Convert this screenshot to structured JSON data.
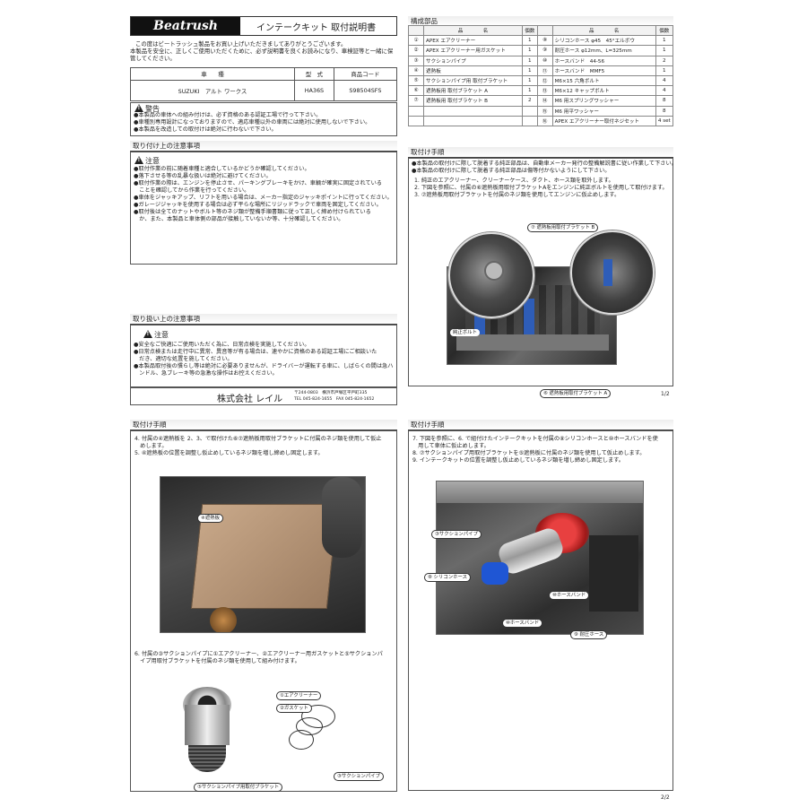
{
  "brand": "Beatrush",
  "doc_title": "インテークキット 取付説明書",
  "intro": [
    "この度はビートラッシュ製品をお買い上げいただきましてありがとうございます。",
    "本製品を安全に、正しくご使用いただくために、必ず説明書を良くお読みになり、車検証等と一緒に保",
    "管してください。"
  ],
  "vehicle_table": {
    "headers": [
      "車　　種",
      "型　式",
      "商品コード"
    ],
    "row": [
      "SUZUKI　アルト ワークス",
      "HA36S",
      "S98504SFS"
    ]
  },
  "warning": {
    "title": "警告",
    "lines": [
      "●本製品の車体への組み付けは、必ず資格のある認証工場で行って下さい。",
      "●車種別専用設計になっておりますので、適応車種以外の車両には絶対に使用しないで下さい。",
      "●本製品を改造しての取付けは絶対に行わないで下さい。"
    ]
  },
  "install_caution": {
    "header": "取り付け上の注意事項",
    "title": "注意",
    "lines": [
      "●取付作業の前に随着車種と適合しているかどうか確認してください。",
      "●落下させる等の乱暴な扱いは絶対に避けてください。",
      "●取付作業の際は、エンジンを停止させ、パーキングブレーキをかけ、車輌が確実に固定されている",
      "　ことを確認してから作業を行ってください。",
      "●車体をジャッキアップ、リフトを用いる場合は、メーカー指定のジャッキポイントに行ってください。",
      "●ガレージジャッキを使用する場合は必ず平らな場所にリジッドラックで車両を固定してください。",
      "●取付後は全てのナットやボルト等のネジ類が整備手順書類に従って正しく締め付けられている",
      "　か、また、本製品と車体側の部品が接触していないか等、十分確認してください。"
    ]
  },
  "handling_caution": {
    "header": "取り扱い上の注意事項",
    "title": "注意",
    "lines": [
      "●安全なご快適にご使用いただく為に、日常点検を実施してください。",
      "●日常点検または走行中に異常、異音等が有る場合は、速やかに資格のある認証工場にご相談いた",
      "　だき、適切な処置を施してください。",
      "●本製品取付後の慣らし等は絶対に必要ありませんが、ドライバーが運転する車に、しばらくの間は急ハ",
      "　ンドル、急ブレーキ等の急激な操作はお控えください。"
    ]
  },
  "company": {
    "name": "株式会社 レイル",
    "addr1": "〒244-0803　横浜市戸塚区平戸町335",
    "addr2": "TEL 045-824-1655　FAX 045-824-1652"
  },
  "parts": {
    "header": "構成部品",
    "col_name": "品　　　　名",
    "col_qty": "個数",
    "left": [
      {
        "no": "①",
        "name": "APEX エアクリーナー",
        "qty": "1"
      },
      {
        "no": "②",
        "name": "APEX エアクリーナー用ガスケット",
        "qty": "1"
      },
      {
        "no": "③",
        "name": "サクションパイプ",
        "qty": "1"
      },
      {
        "no": "④",
        "name": "遮熱板",
        "qty": "1"
      },
      {
        "no": "⑤",
        "name": "サクションパイプ用 取付ブラケット",
        "qty": "1"
      },
      {
        "no": "⑥",
        "name": "遮熱板用 取付ブラケット A",
        "qty": "1"
      },
      {
        "no": "⑦",
        "name": "遮熱板用 取付ブラケット B",
        "qty": "2"
      },
      {
        "no": "",
        "name": "",
        "qty": ""
      },
      {
        "no": "",
        "name": "",
        "qty": ""
      }
    ],
    "right": [
      {
        "no": "⑧",
        "name": "シリコンホース φ45　45°エルボウ",
        "qty": "1"
      },
      {
        "no": "⑨",
        "name": "耐圧ホース φ12mm、L=325mm",
        "qty": "1"
      },
      {
        "no": "⑩",
        "name": "ホースバンド　44-56",
        "qty": "2"
      },
      {
        "no": "⑪",
        "name": "ホースバンド　MMF5",
        "qty": "1"
      },
      {
        "no": "⑫",
        "name": "M6×15 六角ボルト",
        "qty": "4"
      },
      {
        "no": "⑬",
        "name": "M6×12 キャップボルト",
        "qty": "4"
      },
      {
        "no": "⑭",
        "name": "M6 用スプリングワッシャー",
        "qty": "8"
      },
      {
        "no": "⑮",
        "name": "M6 用平ワッシャー",
        "qty": "8"
      },
      {
        "no": "⑯",
        "name": "APEX エアクリーナー取付ネジセット",
        "qty": "4 set"
      }
    ]
  },
  "procedure1": {
    "header": "取付け手順",
    "lines": [
      "●本製品の取付けに際して脱着する純正部品は、自動車メーカー発行の整備解説書に従い作業して下さい。",
      "●本製品の取付けに際して脱着する純正部品は傷等付かないようにして下さい。",
      "1. 純正のエアクリーナー、クリーナーケース、ダクト、ホース類を取外します。",
      "2. 下図を参照に、付属の⑥遮熱板用取付ブラケットAをエンジンに純正ボルトを使用して取付けます。",
      "3. ⑦遮熱板用取付ブラケットを付属のネジ類を使用してエンジンに仮止めします。"
    ],
    "callout_b": "⑦ 遮熱板用取付ブラケット B",
    "callout_a": "⑥ 遮熱板用取付ブラケット A",
    "callout_bolt": "純正ボルト",
    "page": "1/2"
  },
  "procedure2": {
    "header": "取付け手順",
    "lines": [
      "4. 付属の④遮熱板を 2、3、で取付けた⑥⑦遮熱板用取付ブラケットに付属のネジ類を使用して仮止",
      "　めします。",
      "5. ④遮熱板の位置を調整し仮止めしているネジ類を増し締めし固定します。"
    ],
    "callout_plate": "④遮熱板",
    "lines6": [
      "6. 付属の③サクションパイプに①エアクリーナー、②エアクリーナー用ガスケットと⑤サクションパ",
      "　イプ用取付ブラケットを付属のネジ類を使用して組み付けます。"
    ],
    "c_filter": "①エアクリーナー",
    "c_gasket": "②ガスケット",
    "c_pipe": "③サクションパイプ",
    "c_bracket": "⑤サクションパイプ用取付ブラケット"
  },
  "procedure3": {
    "header": "取付け手順",
    "lines": [
      "7. 下図を参照に、6. で組付けたインテークキットを付属の⑧シリコンホースと⑩ホースバンドを使",
      "　用して車体に仮止めします。",
      "8. ⑦サクションパイプ用取付ブラケットを⑤遮熱板に付属のネジ類を使用して仮止めします。",
      "9. インテークキットの位置を調整し仮止めしているネジ類を増し締めし固定します。"
    ],
    "c_suction": "③サクションパイプ",
    "c_silicone": "⑧ シリコンホース",
    "c_band1": "⑩ホースバンド",
    "c_band2": "⑩ホースバンド",
    "c_hose": "⑨ 耐圧ホース",
    "page": "2/2"
  }
}
